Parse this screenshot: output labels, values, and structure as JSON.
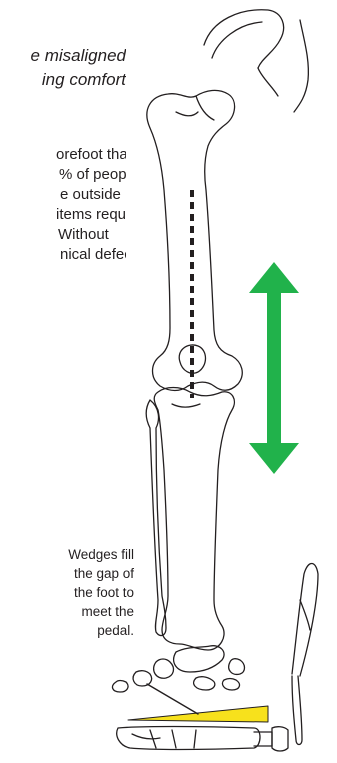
{
  "heading_lines": [
    "e misaligned",
    "ing comfort"
  ],
  "body_lines": [
    "orefoot that",
    "% of people",
    "e outside",
    "items require",
    "Without",
    "nical defects"
  ],
  "callout_lines": [
    "Wedges fill",
    "the gap of",
    "the foot to",
    "meet the",
    "pedal."
  ],
  "colors": {
    "arrow": "#21b24b",
    "wedge": "#f7e11c",
    "line": "#231f20",
    "dashed_axis": "#231f20"
  }
}
